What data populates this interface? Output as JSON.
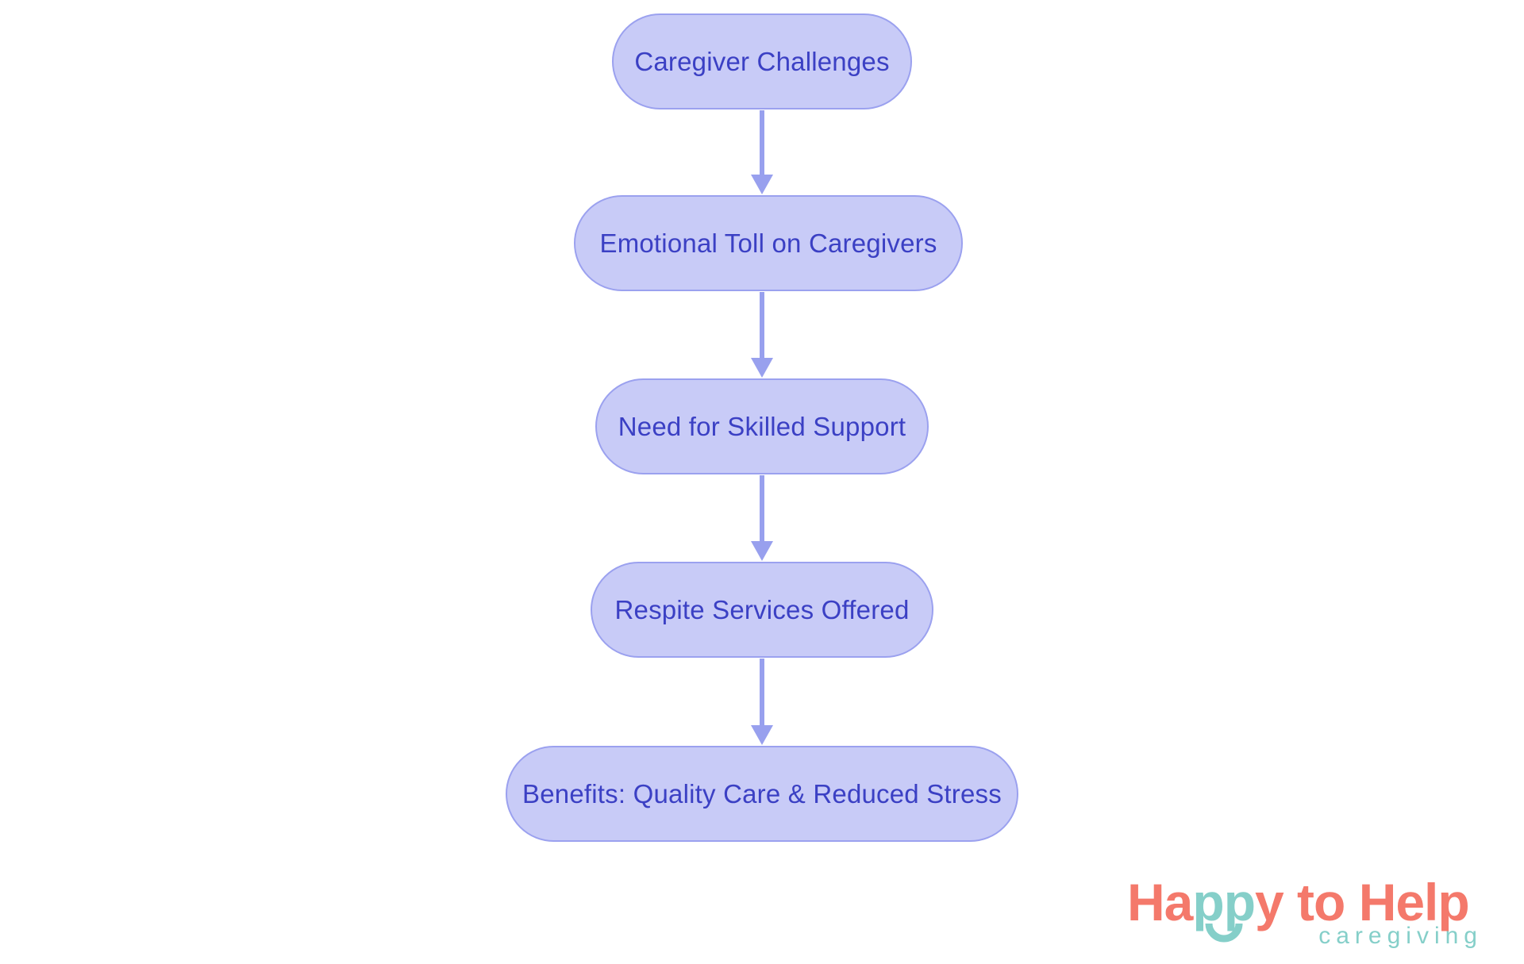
{
  "page": {
    "background": "#ffffff"
  },
  "flowchart": {
    "type": "vertical-flow",
    "nodes": [
      {
        "label": "Caregiver Challenges"
      },
      {
        "label": "Emotional Toll on Caregivers"
      },
      {
        "label": "Need for Skilled Support"
      },
      {
        "label": "Respite Services Offered"
      },
      {
        "label": "Benefits: Quality Care & Reduced Stress"
      }
    ],
    "connections": [
      {
        "from": "Caregiver Challenges",
        "to": "Emotional Toll on Caregivers"
      },
      {
        "from": "Emotional Toll on Caregivers",
        "to": "Need for Skilled Support"
      },
      {
        "from": "Need for Skilled Support",
        "to": "Respite Services Offered"
      },
      {
        "from": "Respite Services Offered",
        "to": "Benefits: Quality Care & Reduced Stress"
      }
    ],
    "colors": {
      "node_fill": "#c8cbf7",
      "node_border": "#9ba1ef",
      "node_text": "#3b40c4",
      "arrow": "#98a0ee"
    }
  },
  "logo": {
    "brand_segments": [
      {
        "text": "Ha",
        "color": "#f4796b"
      },
      {
        "text": "pp",
        "color": "#85cfc9"
      },
      {
        "text": "y to Help",
        "color": "#f4796b"
      }
    ],
    "tagline": "caregiving",
    "colors": {
      "coral": "#f4796b",
      "teal": "#85cfc9"
    }
  }
}
